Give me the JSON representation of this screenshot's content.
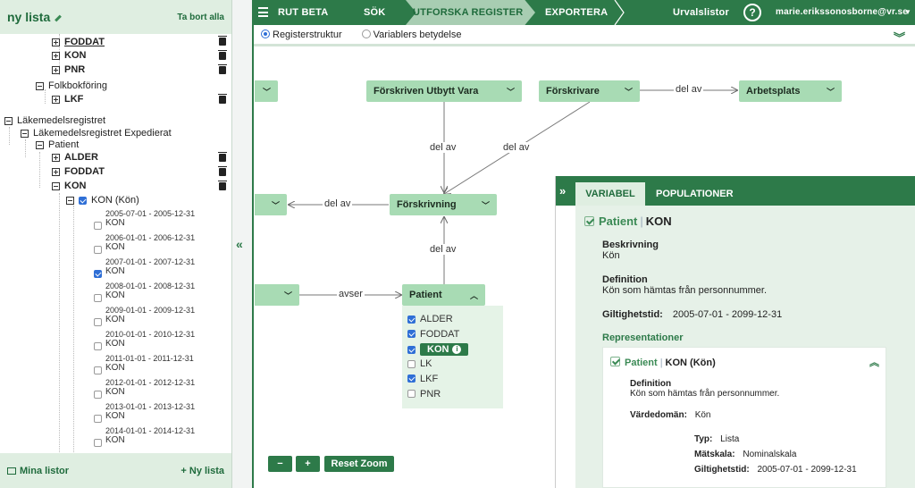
{
  "left_panel": {
    "title": "ny lista",
    "clear_all": "Ta bort alla",
    "tree": {
      "top_vars": [
        "FODDAT",
        "KON",
        "PNR"
      ],
      "folkbokforing": "Folkbokföring",
      "lkf": "LKF",
      "lakemedelsregistret": "Läkemedelsregistret",
      "expedierat": "Läkemedelsregistret Expedierat",
      "patient": "Patient",
      "alder": "ALDER",
      "foddat": "FODDAT",
      "kon": "KON",
      "kon_kon": "KON (Kön)",
      "periods": [
        {
          "range": "2005-07-01 - 2005-12-31",
          "label": "KON",
          "checked": false
        },
        {
          "range": "2006-01-01 - 2006-12-31",
          "label": "KON",
          "checked": false
        },
        {
          "range": "2007-01-01 - 2007-12-31",
          "label": "KON",
          "checked": true
        },
        {
          "range": "2008-01-01 - 2008-12-31",
          "label": "KON",
          "checked": false
        },
        {
          "range": "2009-01-01 - 2009-12-31",
          "label": "KON",
          "checked": false
        },
        {
          "range": "2010-01-01 - 2010-12-31",
          "label": "KON",
          "checked": false
        },
        {
          "range": "2011-01-01 - 2011-12-31",
          "label": "KON",
          "checked": false
        },
        {
          "range": "2012-01-01 - 2012-12-31",
          "label": "KON",
          "checked": false
        },
        {
          "range": "2013-01-01 - 2013-12-31",
          "label": "KON",
          "checked": false
        },
        {
          "range": "2014-01-01 - 2014-12-31",
          "label": "KON",
          "checked": false
        }
      ]
    },
    "footer": {
      "my_lists": "Mina listor",
      "new_list": "+ Ny lista"
    }
  },
  "nav": {
    "menu_label": "RUT BETA",
    "items": [
      "SÖK",
      "UTFORSKA REGISTER",
      "EXPORTERA"
    ],
    "selections": "Urvalslistor",
    "help": "?",
    "user": "marie.erikssonosborne@vr.se"
  },
  "view_options": {
    "register_structure": "Registerstruktur",
    "variable_meaning": "Variablers betydelse"
  },
  "graph": {
    "nodes": {
      "forskriven": "Förskriven Utbytt Vara",
      "forskrivare": "Förskrivare",
      "arbetsplats": "Arbetsplats",
      "forskrivning": "Förskrivning",
      "patient": "Patient"
    },
    "edges": {
      "del_av": "del av",
      "avser": "avser"
    },
    "patient_vars": [
      {
        "label": "ALDER",
        "checked": true
      },
      {
        "label": "FODDAT",
        "checked": true
      },
      {
        "label": "KON",
        "checked": true
      },
      {
        "label": "LK",
        "checked": false
      },
      {
        "label": "LKF",
        "checked": true
      },
      {
        "label": "PNR",
        "checked": false
      }
    ],
    "zoom": {
      "minus": "−",
      "plus": "+",
      "reset": "Reset Zoom"
    }
  },
  "details": {
    "tabs": {
      "variable": "VARIABEL",
      "populations": "POPULATIONER"
    },
    "entity": "Patient",
    "variable": "KON",
    "description_label": "Beskrivning",
    "description": "Kön",
    "definition_label": "Definition",
    "definition": "Kön som hämtas från personnummer.",
    "validity_label": "Giltighetstid:",
    "validity": "2005-07-01 - 2099-12-31",
    "representations_label": "Representationer",
    "rep": {
      "entity": "Patient",
      "variable": "KON (Kön)",
      "definition_label": "Definition",
      "definition": "Kön som hämtas från personnummer.",
      "value_domain_label": "Värdedomän:",
      "value_domain": "Kön",
      "type_label": "Typ:",
      "type": "Lista",
      "scale_label": "Mätskala:",
      "scale": "Nominalskala",
      "validity_label": "Giltighetstid:",
      "validity": "2005-07-01 - 2099-12-31"
    }
  }
}
